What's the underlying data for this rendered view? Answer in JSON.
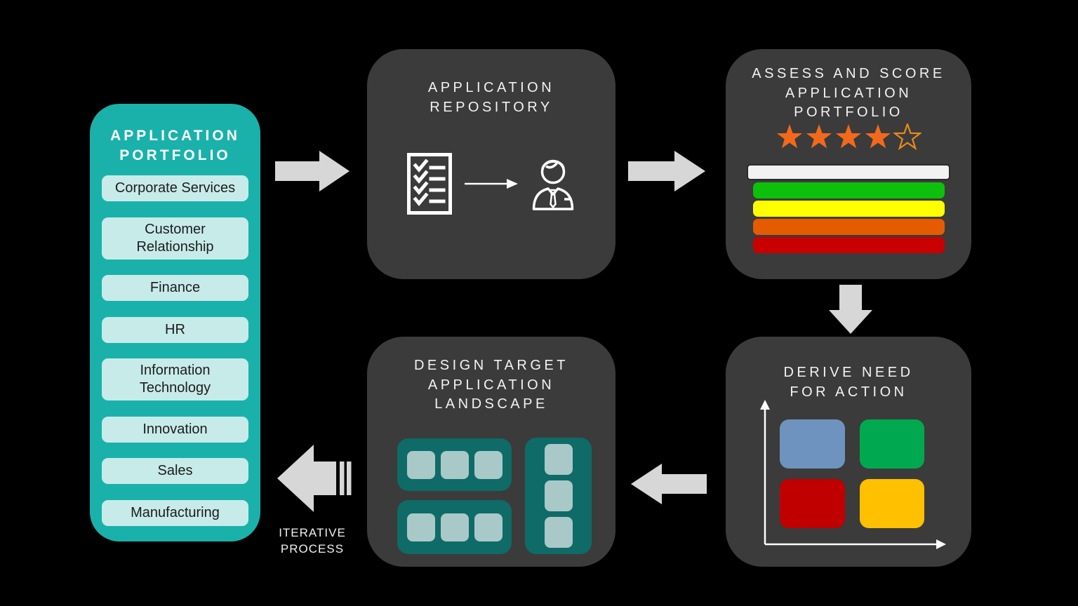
{
  "background_color": "#000000",
  "portfolio_panel": {
    "title_lines": [
      "APPLICATION",
      "PORTFOLIO"
    ],
    "bg_color": "#1AB1AB",
    "item_bg_color": "#C7EBE9",
    "items": [
      "Corporate Services",
      "Customer Relationship",
      "Finance",
      "HR",
      "Information Technology",
      "Innovation",
      "Sales",
      "Manufacturing"
    ]
  },
  "repository_box": {
    "title_lines": [
      "APPLICATION",
      "REPOSITORY"
    ],
    "icons": [
      "checklist-icon",
      "transfer-arrow-icon",
      "businessman-icon"
    ],
    "icon_color": "#FFFFFF"
  },
  "assess_box": {
    "title_lines": [
      "ASSESS AND SCORE",
      "APPLICATION",
      "PORTFOLIO"
    ],
    "stars": {
      "filled": 4,
      "outline": 1,
      "fill_color": "#F2691C",
      "outline_color": "#E8891A"
    },
    "bars": {
      "header_color": "#F2F2F2",
      "colors": [
        "#0CC00C",
        "#FFFF00",
        "#E55C00",
        "#C90000"
      ]
    }
  },
  "derive_box": {
    "title_lines": [
      "DERIVE NEED",
      "FOR ACTION"
    ],
    "axis_color": "#FFFFFF",
    "quadrants": [
      {
        "name": "top-left",
        "color": "#6E93BE"
      },
      {
        "name": "top-right",
        "color": "#00A94F"
      },
      {
        "name": "bottom-left",
        "color": "#C00000"
      },
      {
        "name": "bottom-right",
        "color": "#FFC000"
      }
    ]
  },
  "design_box": {
    "title_lines": [
      "DESIGN TARGET",
      "APPLICATION",
      "LANDSCAPE"
    ],
    "container_color": "#0F6B67",
    "module_color": "#A9C9C9"
  },
  "flow": {
    "arrow_color": "#D7D7D7",
    "iterative_label_lines": [
      "ITERATIVE",
      "PROCESS"
    ]
  },
  "box_bg_color": "#3B3B3B"
}
